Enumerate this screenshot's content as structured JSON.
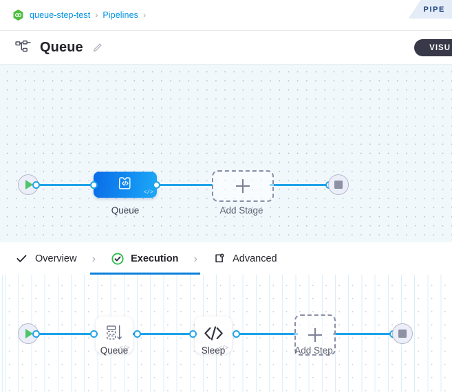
{
  "breadcrumb": {
    "logo_icon": "harness-hexagon-icon",
    "items": [
      {
        "label": "queue-step-test"
      },
      {
        "label": "Pipelines"
      }
    ],
    "separator": "›"
  },
  "ribbon": {
    "label": "PIPE"
  },
  "header": {
    "icon": "pipeline-nodes-icon",
    "title": "Queue",
    "edit_icon": "pencil-edit-icon",
    "visual_button": "VISU"
  },
  "stage_canvas": {
    "start_node": {
      "name": "start-node",
      "icon": "play-icon"
    },
    "nodes": [
      {
        "name": "stage-queue",
        "label": "Queue",
        "icon": "code-template-icon",
        "badge": "</>"
      },
      {
        "name": "add-stage",
        "label": "Add Stage",
        "icon": "plus-icon"
      }
    ],
    "end_node": {
      "name": "end-node",
      "icon": "stop-square-icon"
    }
  },
  "tabs": [
    {
      "label": "Overview",
      "icon": "check-icon",
      "active": false
    },
    {
      "label": "Execution",
      "icon": "check-circle-green-icon",
      "active": true
    },
    {
      "label": "Advanced",
      "icon": "advanced-gear-box-icon",
      "active": false
    }
  ],
  "tab_separator": "›",
  "step_canvas": {
    "start_node": {
      "name": "start-node",
      "icon": "play-icon"
    },
    "nodes": [
      {
        "name": "step-queue",
        "label": "Queue",
        "icon": "queue-stack-icon",
        "badge": "</>"
      },
      {
        "name": "step-sleep",
        "label": "Sleep",
        "icon": "code-angle-brackets-icon",
        "badge": "</>"
      },
      {
        "name": "add-step",
        "label": "Add Step",
        "icon": "plus-icon"
      }
    ],
    "end_node": {
      "name": "end-node",
      "icon": "stop-square-icon"
    }
  },
  "colors": {
    "link_blue": "#0092e4",
    "edge_blue": "#1fa3e8",
    "stage_blue_from": "#0a6ce7",
    "stage_blue_to": "#1ea9f7",
    "green": "#4fc46a",
    "active_tab_underline": "#0a7fdb",
    "canvas_top_bg": "#f1f8fc"
  }
}
